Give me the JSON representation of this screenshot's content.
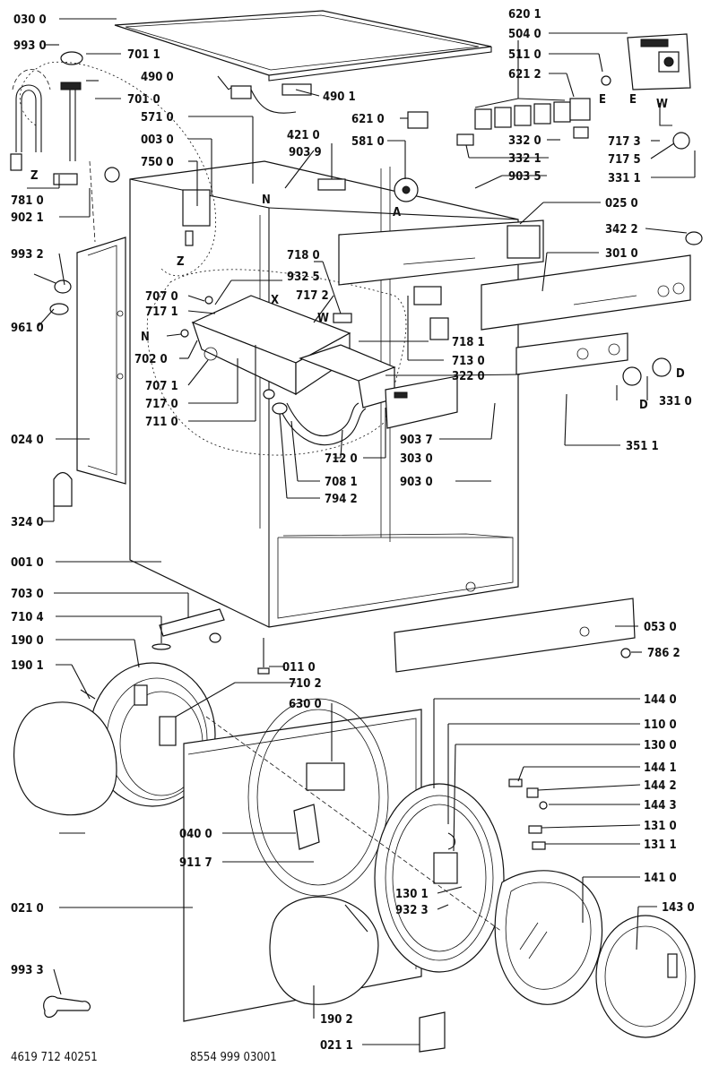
{
  "drawing": {
    "footer_left": "4619 712 40251",
    "footer_right": "8554 999 03001"
  },
  "callouts": [
    "030 0",
    "993 0",
    "701 1",
    "490 0",
    "701 0",
    "571 0",
    "003 0",
    "750 0",
    "781 0",
    "902 1",
    "993 2",
    "961 0",
    "707 0",
    "717 1",
    "702 0",
    "707 1",
    "717 0",
    "711 0",
    "024 0",
    "324 0",
    "001 0",
    "703 0",
    "710 4",
    "190 0",
    "190 1",
    "620 1",
    "504 0",
    "511 0",
    "621 2",
    "490 1",
    "621 0",
    "421 0",
    "903 9",
    "581 0",
    "332 0",
    "332 1",
    "903 5",
    "717 3",
    "717 5",
    "331 1",
    "025 0",
    "342 2",
    "718 0",
    "932 5",
    "717 2",
    "301 0",
    "718 1",
    "713 0",
    "322 0",
    "331 0",
    "903 7",
    "303 0",
    "712 0",
    "708 1",
    "794 2",
    "903 0",
    "351 1",
    "053 0",
    "786 2",
    "011 0",
    "710 2",
    "630 0",
    "040 0",
    "911 7",
    "021 0",
    "993 3",
    "190 2",
    "021 1",
    "144 0",
    "110 0",
    "130 0",
    "144 1",
    "144 2",
    "144 3",
    "131 0",
    "131 1",
    "141 0",
    "143 0",
    "130 1",
    "932 3"
  ],
  "letters": [
    "Z",
    "Z",
    "N",
    "N",
    "X",
    "W",
    "A",
    "E",
    "E",
    "W",
    "D",
    "D"
  ]
}
